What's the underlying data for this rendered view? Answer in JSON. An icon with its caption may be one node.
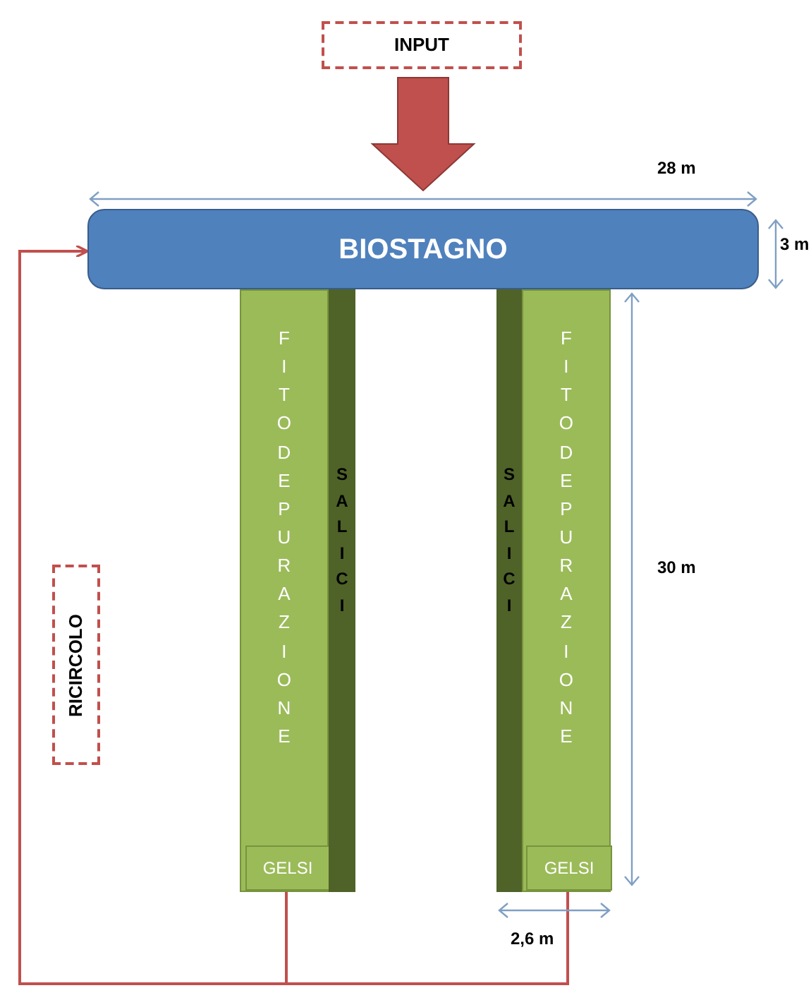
{
  "diagram": {
    "nodes": [
      {
        "text": [
          "INPUT"
        ]
      },
      {
        "text": [
          "BIOSTAGNO"
        ]
      },
      {
        "text": [
          "FITODEPURAZIONE"
        ]
      },
      {
        "text": [
          "SALICI"
        ]
      },
      {
        "text": [
          "GELSI"
        ],
        "in": 2
      },
      {
        "text": [
          "SALICI"
        ]
      },
      {
        "text": [
          "FITODEPURAZIONE"
        ]
      },
      {
        "text": [
          "GELSI"
        ],
        "in": 6
      },
      {
        "text": [
          "RICIRCOLO"
        ]
      }
    ],
    "edges": [
      {
        "from": 0,
        "to": 1,
        "arrow": "to",
        "style": "thick"
      },
      {
        "from": 4,
        "to": 1,
        "arrow": "to"
      },
      {
        "from": 7,
        "to": 1,
        "arrow": "to"
      }
    ],
    "labels": [
      "28 m",
      "3 m",
      "30 m",
      "2,6 m"
    ]
  }
}
